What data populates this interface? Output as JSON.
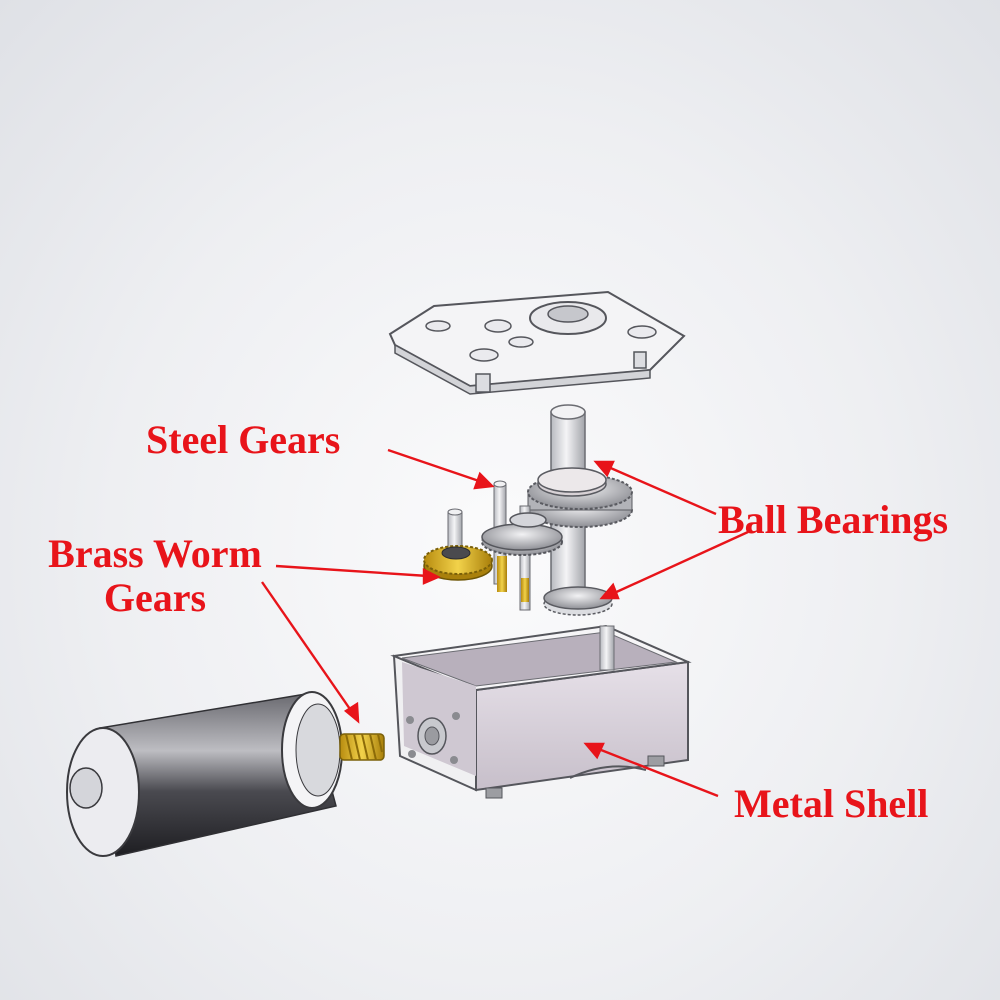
{
  "labels": {
    "steel_gears": "Steel Gears",
    "ball_bearings": "Ball Bearings",
    "brass_worm_line1": "Brass Worm",
    "brass_worm_line2": "Gears",
    "metal_shell": "Metal Shell"
  },
  "colors": {
    "label_text": "#e8141a",
    "leader_lines": "#e8141a",
    "brass": "#d9b11e",
    "steel": "#c9c9cf",
    "motor_body": "#3a3a3e",
    "shell": "#d6cfd8"
  }
}
